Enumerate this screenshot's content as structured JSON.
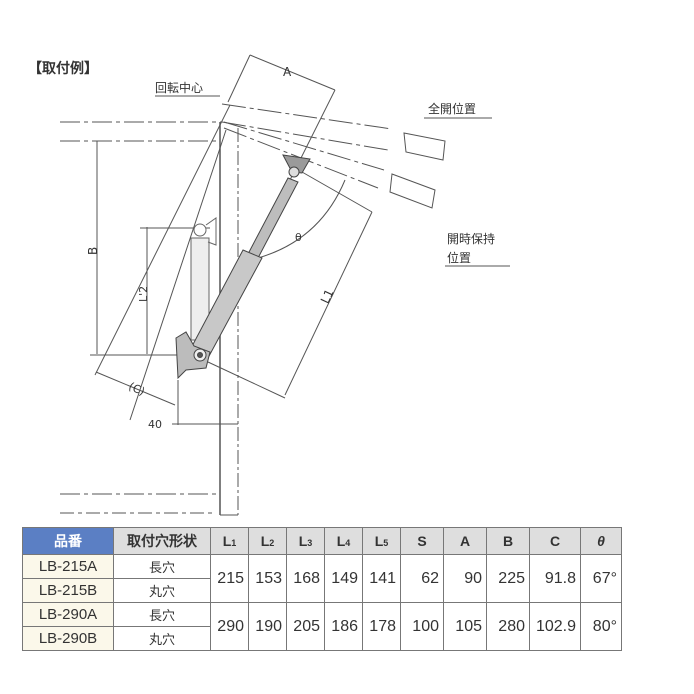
{
  "figure": {
    "title": "【取付例】",
    "labels": {
      "pivot_center": "回転中心",
      "full_open": "全開位置",
      "hold_open_line1": "開時保持",
      "hold_open_line2": "位置",
      "dim_A": "A",
      "dim_B": "B",
      "dim_C": "(C)",
      "dim_L1": "L1",
      "dim_L2": "L'2",
      "dim_theta": "θ",
      "dim_40": "40"
    }
  },
  "table": {
    "headers": [
      "品番",
      "取付穴形状",
      "L1",
      "L2",
      "L3",
      "L4",
      "L5",
      "S",
      "A",
      "B",
      "C",
      "θ"
    ],
    "header_main": [
      "L",
      "L",
      "L",
      "L",
      "L"
    ],
    "header_sub": [
      "1",
      "2",
      "3",
      "4",
      "5"
    ],
    "rows": [
      {
        "part": "LB-215A",
        "hole": "長穴"
      },
      {
        "part": "LB-215B",
        "hole": "丸穴"
      },
      {
        "part": "LB-290A",
        "hole": "長穴"
      },
      {
        "part": "LB-290B",
        "hole": "丸穴"
      }
    ],
    "groups": [
      {
        "L1": "215",
        "L2": "153",
        "L3": "168",
        "L4": "149",
        "L5": "141",
        "S": "62",
        "A": "90",
        "B": "225",
        "C": "91.8",
        "theta": "67°"
      },
      {
        "L1": "290",
        "L2": "190",
        "L3": "205",
        "L4": "186",
        "L5": "178",
        "S": "100",
        "A": "105",
        "B": "280",
        "C": "102.9",
        "theta": "80°"
      }
    ],
    "colors": {
      "part_header_bg": "#5b7fc4",
      "header_bg": "#dedede",
      "part_cell_bg": "#fbf8ea"
    }
  }
}
